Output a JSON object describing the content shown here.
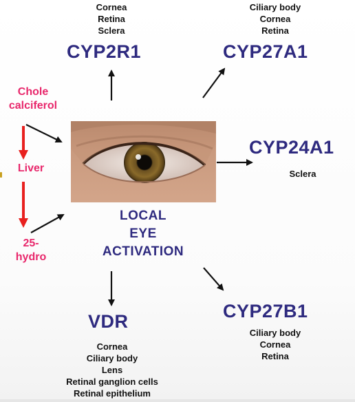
{
  "top_left": {
    "enzyme": "CYP2R1",
    "tissues": [
      "Cornea",
      "Retina",
      "Sclera"
    ]
  },
  "top_right": {
    "enzyme": "CYP27A1",
    "tissues": [
      "Ciliary body",
      "Cornea",
      "Retina"
    ]
  },
  "right": {
    "enzyme": "CYP24A1",
    "tissues": [
      "Sclera"
    ]
  },
  "bottom_right": {
    "enzyme": "CYP27B1",
    "tissues": [
      "Ciliary body",
      "Cornea",
      "Retina"
    ]
  },
  "bottom_left": {
    "enzyme": "VDR",
    "tissues": [
      "Cornea",
      "Ciliary body",
      "Lens",
      "Retinal ganglion cells",
      "Retinal epithelium"
    ]
  },
  "pathway": {
    "cholecalciferol": [
      "Chole",
      "calciferol"
    ],
    "liver": "Liver",
    "hydro": [
      "25-",
      "hydro"
    ]
  },
  "center": {
    "lines": [
      "LOCAL",
      "EYE",
      "ACTIVATION"
    ]
  },
  "colors": {
    "enzyme": "#2e2a7f",
    "pathway": "#e8276b",
    "pathway_arrow": "#e8201e"
  }
}
